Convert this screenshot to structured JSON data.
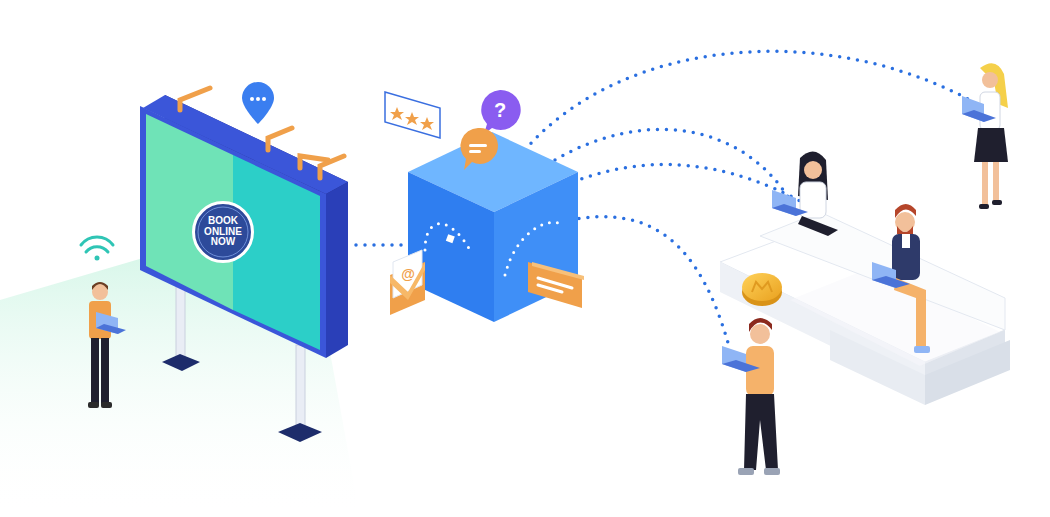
{
  "diagram": {
    "nodes": [
      {
        "text": [
          "BOOK ONLINE NOW"
        ]
      }
    ],
    "labels": [
      "?",
      "@"
    ]
  }
}
